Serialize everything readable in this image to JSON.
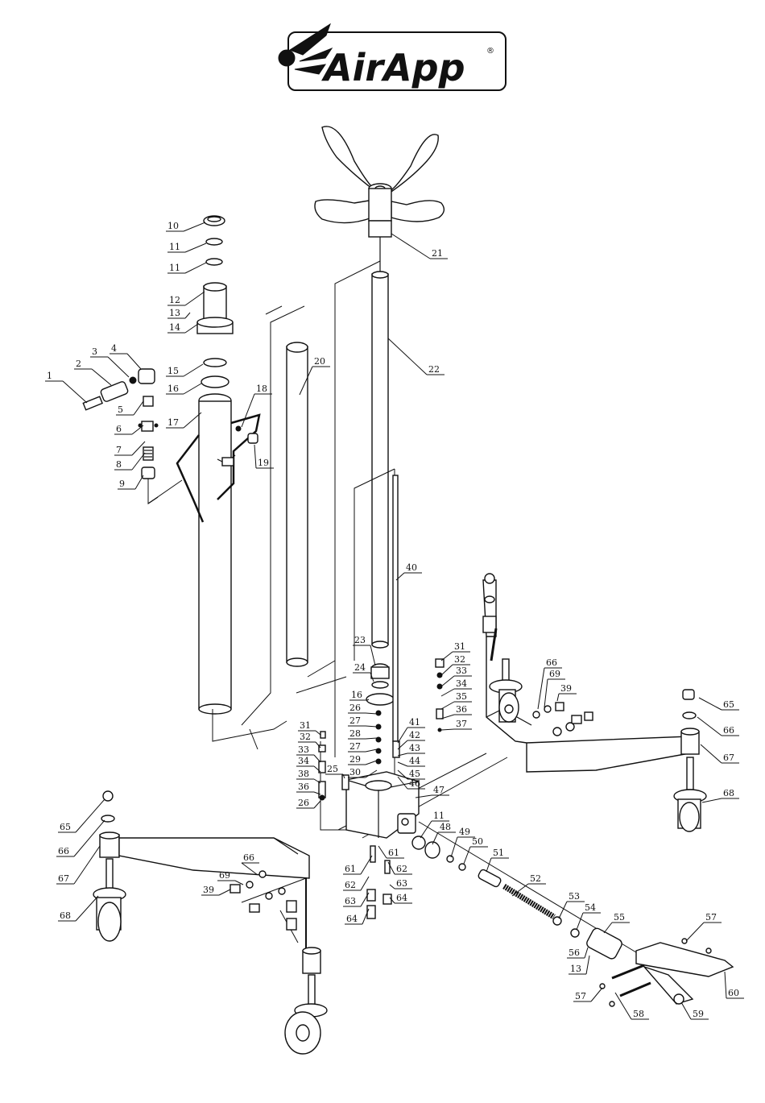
{
  "logo": {
    "brand_text": "AirApp",
    "registered_mark": "®",
    "icon": "airapp-swoosh-logo"
  },
  "parts": [
    "1",
    "2",
    "3",
    "4",
    "5",
    "6",
    "7",
    "8",
    "9",
    "10",
    "11",
    "11",
    "12",
    "13",
    "14",
    "15",
    "16",
    "17",
    "18",
    "19",
    "20",
    "21",
    "22",
    "23",
    "24",
    "16",
    "26",
    "27",
    "28",
    "27",
    "29",
    "30",
    "25",
    "31",
    "32",
    "33",
    "34",
    "35",
    "36",
    "37",
    "40",
    "41",
    "42",
    "43",
    "44",
    "45",
    "46",
    "47",
    "31",
    "32",
    "33",
    "34",
    "38",
    "36",
    "26",
    "11",
    "48",
    "49",
    "50",
    "51",
    "52",
    "53",
    "54",
    "55",
    "56",
    "13",
    "57",
    "57",
    "58",
    "59",
    "60",
    "61",
    "61",
    "62",
    "62",
    "63",
    "63",
    "64",
    "64",
    "65",
    "66",
    "67",
    "68",
    "65",
    "66",
    "67",
    "68",
    "66",
    "69",
    "39",
    "66",
    "69",
    "39"
  ]
}
